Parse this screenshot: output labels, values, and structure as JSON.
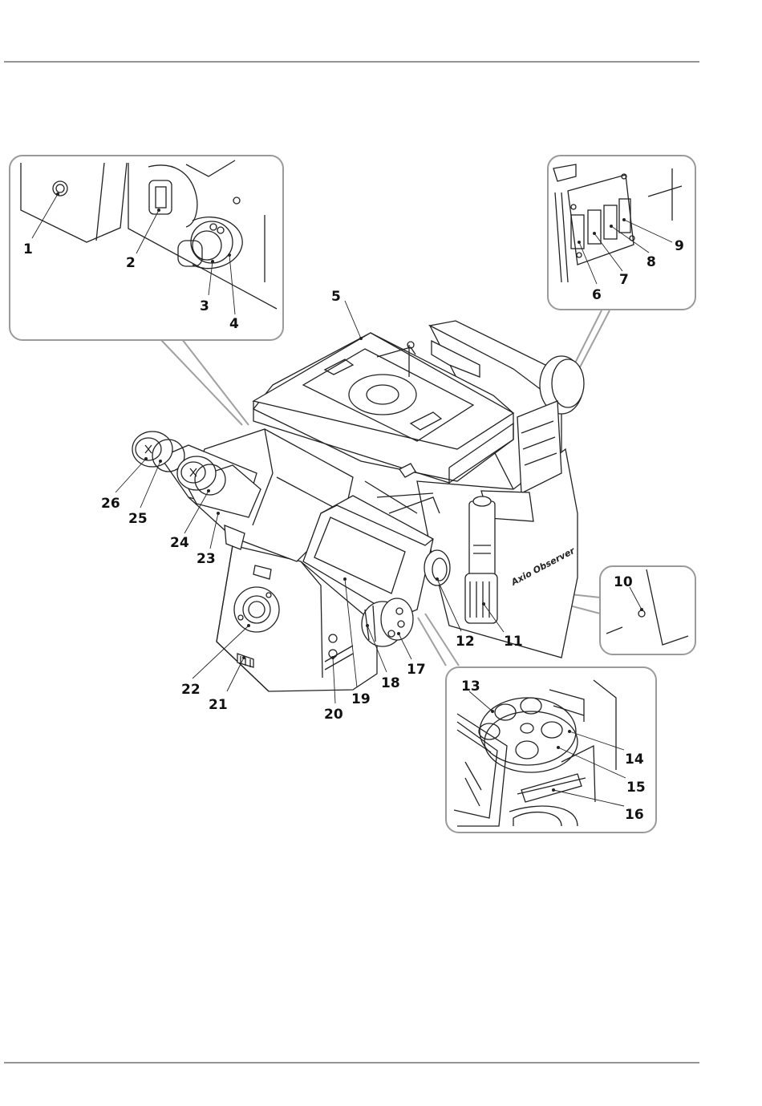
{
  "figure": {
    "callouts": [
      {
        "id": "1",
        "text": "1"
      },
      {
        "id": "2",
        "text": "2"
      },
      {
        "id": "3",
        "text": "3"
      },
      {
        "id": "4",
        "text": "4"
      },
      {
        "id": "5",
        "text": "5"
      },
      {
        "id": "6",
        "text": "6"
      },
      {
        "id": "7",
        "text": "7"
      },
      {
        "id": "8",
        "text": "8"
      },
      {
        "id": "9",
        "text": "9"
      },
      {
        "id": "10",
        "text": "10"
      },
      {
        "id": "11",
        "text": "11"
      },
      {
        "id": "12",
        "text": "12"
      },
      {
        "id": "13",
        "text": "13"
      },
      {
        "id": "14",
        "text": "14"
      },
      {
        "id": "15",
        "text": "15"
      },
      {
        "id": "16",
        "text": "16"
      },
      {
        "id": "17",
        "text": "17"
      },
      {
        "id": "18",
        "text": "18"
      },
      {
        "id": "19",
        "text": "19"
      },
      {
        "id": "20",
        "text": "20"
      },
      {
        "id": "21",
        "text": "21"
      },
      {
        "id": "22",
        "text": "22"
      },
      {
        "id": "23",
        "text": "23"
      },
      {
        "id": "24",
        "text": "24"
      },
      {
        "id": "25",
        "text": "25"
      },
      {
        "id": "26",
        "text": "26"
      }
    ],
    "brand_label": "Axio Observer",
    "colors": {
      "line": "#222222",
      "frame": "#9a9a9a",
      "rule": "#555555"
    }
  }
}
